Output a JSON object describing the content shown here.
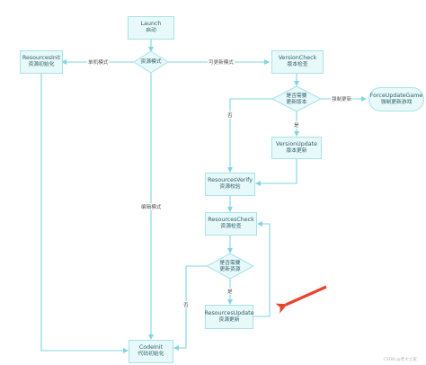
{
  "nodes": {
    "launch": {
      "en": "Launch",
      "zh": "启动"
    },
    "resources_init": {
      "en": "ResourcesInit",
      "zh": "资源初始化"
    },
    "resource_mode": {
      "zh": "资源模式"
    },
    "version_check": {
      "en": "VersionCheck",
      "zh": "版本检查"
    },
    "need_update_version": {
      "zh_line1": "是否需要",
      "zh_line2": "更新版本"
    },
    "force_update_game": {
      "en": "ForceUpdateGame",
      "zh": "强制更新游戏"
    },
    "version_update": {
      "en": "VersionUpdate",
      "zh": "版本更新"
    },
    "resources_verify": {
      "en": "ResourcesVerify",
      "zh": "资源校验"
    },
    "resources_check": {
      "en": "ResourcesCheck",
      "zh": "资源检查"
    },
    "need_update_resources": {
      "zh_line1": "是否需要",
      "zh_line2": "更新资源"
    },
    "resources_update": {
      "en": "ResourcesUpdate",
      "zh": "资源更新"
    },
    "code_init": {
      "en": "CodeInit",
      "zh": "代码初始化"
    }
  },
  "edge_labels": {
    "standalone_mode": "单机模式",
    "updatable_mode": "可更新模式",
    "edit_mode": "编辑模式",
    "force_update": "强制更新",
    "version_no": "否",
    "version_yes": "是",
    "resources_yes": "是",
    "resources_no": "否"
  },
  "watermark": "CSDN @老大之家",
  "colors": {
    "node_fill": "#e8f9fa",
    "node_border": "#a7e2ea",
    "line": "#7fd6e3",
    "annotation_arrow": "#e8452f"
  }
}
